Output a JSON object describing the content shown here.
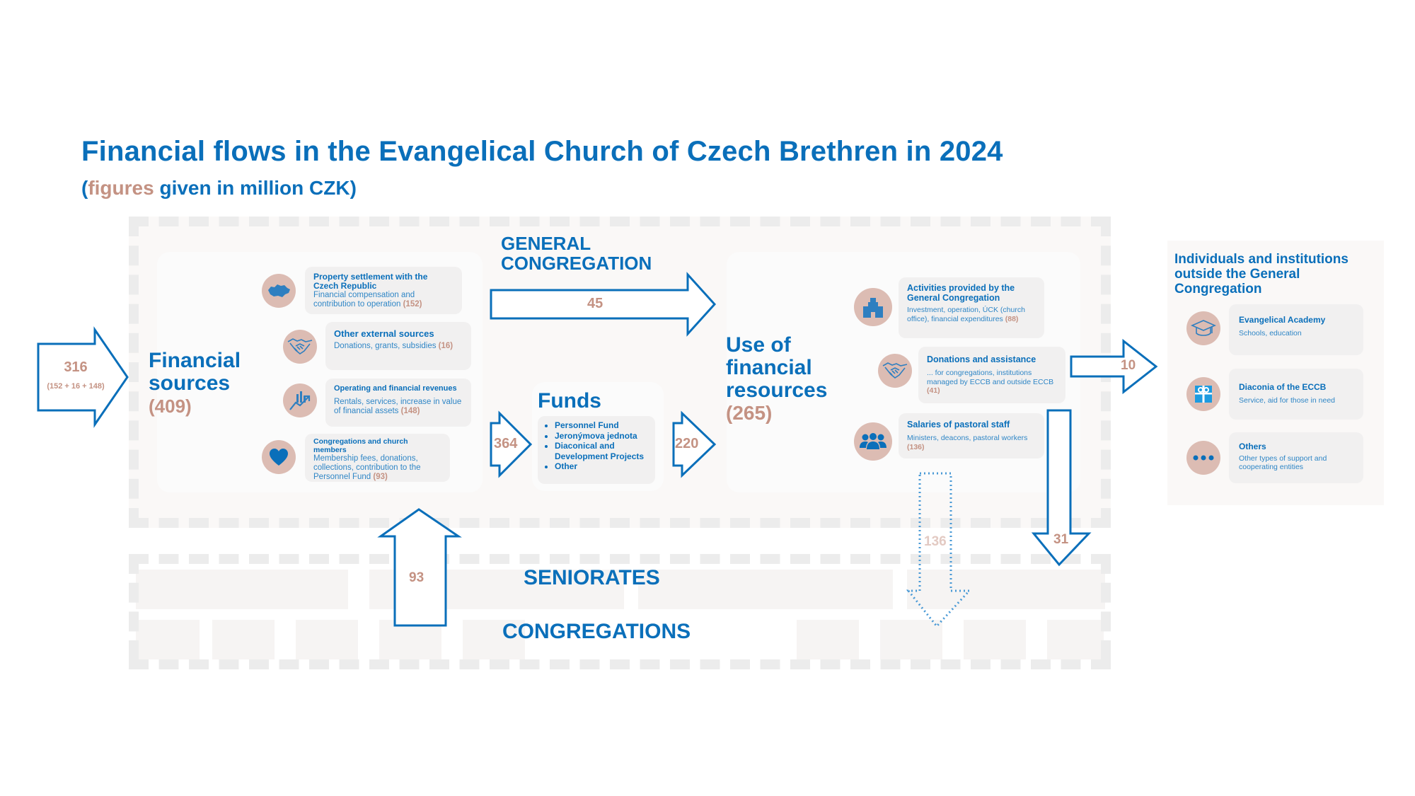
{
  "header": {
    "title": "Financial flows in the Evangelical Church of Czech Brethren in 2024",
    "subtitle_open": "(",
    "subtitle_highlight": "figures",
    "subtitle_rest": " given in million CZK)"
  },
  "colors": {
    "primary_blue": "#0a6fba",
    "rose_value": "#c49283",
    "icon_circle": "#dcbcb3",
    "card_bg": "#f1f0f0",
    "frame_dash": "#ececec"
  },
  "inflow_arrow": {
    "value": "316",
    "breakdown": "(152 + 16 + 148)"
  },
  "financial_sources": {
    "title_line1": "Financial",
    "title_line2": "sources",
    "total": "(409)",
    "items": [
      {
        "icon": "czech-map-icon",
        "heading": "Property settlement with the Czech Republic",
        "description": "Financial compensation and contribution to operation",
        "value": "(152)"
      },
      {
        "icon": "handshake-icon",
        "heading": "Other external sources",
        "description": "Donations, grants, subsidies",
        "value": "(16)"
      },
      {
        "icon": "growth-chart-icon",
        "heading": "Operating and financial revenues",
        "description": "Rentals, services, increase in value of financial assets",
        "value": "(148)"
      },
      {
        "icon": "heart-icon",
        "heading": "Congregations and church members",
        "description": "Membership fees, donations, collections, contribution to the Personnel Fund",
        "value": "(93)"
      }
    ]
  },
  "general_congregation": {
    "label_line1": "GENERAL",
    "label_line2": "CONGREGATION",
    "flow_value": "45"
  },
  "funds": {
    "title": "Funds",
    "in_value": "364",
    "out_value": "220",
    "items": [
      "Personnel Fund",
      "Jeronýmova jednota",
      "Diaconical and Development Projects",
      "Other"
    ]
  },
  "use_of_resources": {
    "title_line1": "Use of",
    "title_line2": "financial",
    "title_line3": "resources",
    "total": "(265)",
    "items": [
      {
        "icon": "building-icon",
        "heading": "Activities provided by the General Congregation",
        "description": "Investment, operation, ÚCK (church office), financial expenditures",
        "value": "(88)"
      },
      {
        "icon": "handshake-icon",
        "heading": "Donations and assistance",
        "description": "... for congregations, institutions managed by ECCB and outside ECCB",
        "value": "(41)"
      },
      {
        "icon": "people-icon",
        "heading": "Salaries of pastoral staff",
        "description": "Ministers, deacons, pastoral workers",
        "value": "(136)"
      }
    ]
  },
  "outside": {
    "title": "Individuals and institutions outside the General Congregation",
    "flow_value": "10",
    "items": [
      {
        "icon": "graduation-cap-icon",
        "heading": "Evangelical Academy",
        "description": "Schools, education"
      },
      {
        "icon": "diaconia-logo-icon",
        "heading": "Diaconia of the ECCB",
        "description": "Service, aid for those in need"
      },
      {
        "icon": "more-dots-icon",
        "heading": "Others",
        "description": "Other types of support and cooperating entities"
      }
    ]
  },
  "lower_tiers": {
    "seniorates_label": "SENIORATES",
    "congregations_label": "CONGREGATIONS",
    "up_flow_value": "93",
    "salaries_down_value": "136",
    "down_flow_value": "31"
  }
}
